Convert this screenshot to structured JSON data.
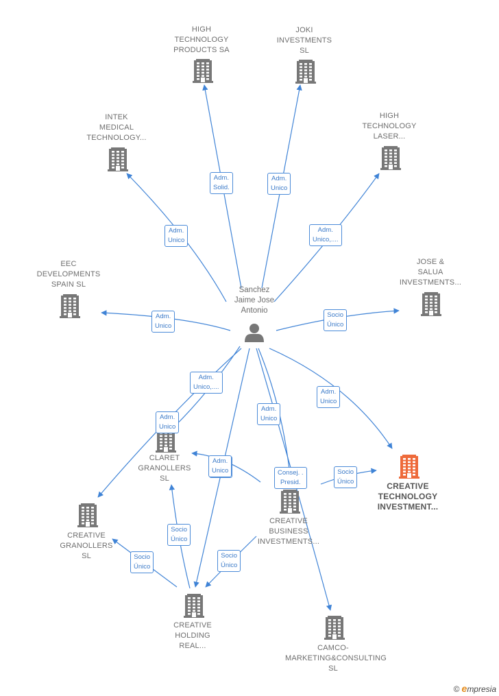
{
  "center": {
    "id": "person",
    "name_lines": [
      "Sanchez",
      "Jaime Jose",
      "Antonio"
    ],
    "icon": "person-icon"
  },
  "nodes": [
    {
      "id": "hightech_products",
      "lines": [
        "HIGH",
        "TECHNOLOGY",
        "PRODUCTS SA"
      ],
      "icon": "building-icon"
    },
    {
      "id": "joki",
      "lines": [
        "JOKI",
        "INVESTMENTS",
        "SL"
      ],
      "icon": "building-icon"
    },
    {
      "id": "intek",
      "lines": [
        "INTEK",
        "MEDICAL",
        "TECHNOLOGY..."
      ],
      "icon": "building-icon"
    },
    {
      "id": "hightech_laser",
      "lines": [
        "HIGH",
        "TECHNOLOGY",
        "LASER..."
      ],
      "icon": "building-icon"
    },
    {
      "id": "eec",
      "lines": [
        "EEC",
        "DEVELOPMENTS",
        "SPAIN  SL"
      ],
      "icon": "building-icon"
    },
    {
      "id": "jose_salua",
      "lines": [
        "JOSE &",
        "SALUA",
        "INVESTMENTS..."
      ],
      "icon": "building-icon"
    },
    {
      "id": "claret",
      "lines": [
        "CLARET",
        "GRANOLLERS",
        "SL"
      ],
      "icon": "building-icon"
    },
    {
      "id": "creative_tech",
      "lines": [
        "CREATIVE",
        "TECHNOLOGY",
        "INVESTMENT..."
      ],
      "icon": "building-icon",
      "highlight": true
    },
    {
      "id": "creative_granollers",
      "lines": [
        "CREATIVE",
        "GRANOLLERS",
        "SL"
      ],
      "icon": "building-icon"
    },
    {
      "id": "creative_business",
      "lines": [
        "CREATIVE",
        "BUSINESS",
        "INVESTMENTS..."
      ],
      "icon": "building-icon"
    },
    {
      "id": "creative_holding",
      "lines": [
        "CREATIVE",
        "HOLDING",
        "REAL..."
      ],
      "icon": "building-icon"
    },
    {
      "id": "camco",
      "lines": [
        "CAMCO-",
        "MARKETING&CONSULTING",
        "SL"
      ],
      "icon": "building-icon"
    }
  ],
  "edges": [
    {
      "from": "person",
      "to": "hightech_products",
      "label": [
        "Adm.",
        "Solid."
      ]
    },
    {
      "from": "person",
      "to": "joki",
      "label": [
        "Adm.",
        "Unico"
      ]
    },
    {
      "from": "person",
      "to": "intek",
      "label": [
        "Adm.",
        "Unico"
      ]
    },
    {
      "from": "person",
      "to": "hightech_laser",
      "label": [
        "Adm.",
        "Unico,...."
      ]
    },
    {
      "from": "person",
      "to": "eec",
      "label": [
        "Adm.",
        "Unico"
      ]
    },
    {
      "from": "person",
      "to": "jose_salua",
      "label": [
        "Socio",
        "Único"
      ]
    },
    {
      "from": "person",
      "to": "creative_granollers",
      "label": [
        "Adm.",
        "Unico,...."
      ]
    },
    {
      "from": "person",
      "to": "claret",
      "label": [
        "Adm.",
        "Unico"
      ]
    },
    {
      "from": "person",
      "to": "creative_tech",
      "label": [
        "Adm.",
        "Unico"
      ]
    },
    {
      "from": "person",
      "to": "creative_holding",
      "label": [
        "Adm.",
        "Unico"
      ]
    },
    {
      "from": "person",
      "to": "camco",
      "label": [
        "Adm.",
        "Unico"
      ]
    },
    {
      "from": "person",
      "to": "creative_business",
      "label": [
        "Consej. .",
        "Presid."
      ]
    },
    {
      "from": "creative_business",
      "to": "creative_tech",
      "label": [
        "Socio",
        "Único"
      ]
    },
    {
      "from": "creative_business",
      "to": "claret",
      "label": [
        "Adm.",
        "Unico"
      ]
    },
    {
      "from": "creative_holding",
      "to": "claret",
      "label": [
        "Socio",
        "Único"
      ]
    },
    {
      "from": "creative_holding",
      "to": "creative_granollers",
      "label": [
        "Socio",
        "Único"
      ]
    },
    {
      "from": "creative_business",
      "to": "creative_holding",
      "label": [
        "Socio",
        "Único"
      ]
    }
  ],
  "colors": {
    "edge": "#3f83d6",
    "edge_label_border": "#4a8ad8",
    "node": "#777777",
    "highlight_node": "#ee6a3a",
    "text": "#6d6d6d"
  },
  "credit": {
    "symbol": "©",
    "brand_initial": "e",
    "brand_rest": "mpresia"
  }
}
